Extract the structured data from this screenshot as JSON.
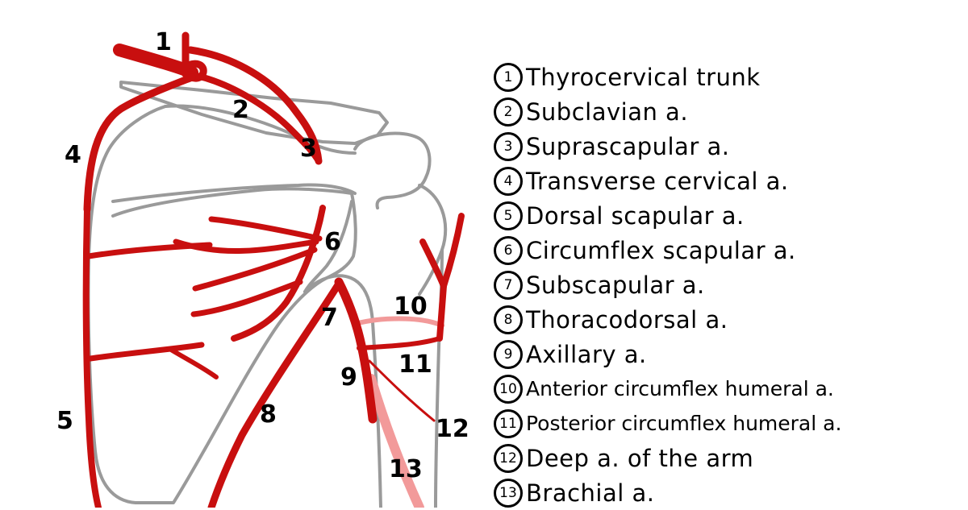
{
  "colors": {
    "artery": "#c80f0f",
    "artery_light": "#f29a9a",
    "bone": "#9a9a9a",
    "ink": "#000000"
  },
  "diagram_numbers": [
    "1",
    "2",
    "3",
    "4",
    "5",
    "6",
    "7",
    "8",
    "9",
    "10",
    "11",
    "12",
    "13"
  ],
  "legend": [
    {
      "num": "1",
      "label": "Thyrocervical trunk"
    },
    {
      "num": "2",
      "label": "Subclavian a."
    },
    {
      "num": "3",
      "label": "Suprascapular a."
    },
    {
      "num": "4",
      "label": "Transverse cervical a."
    },
    {
      "num": "5",
      "label": "Dorsal scapular a."
    },
    {
      "num": "6",
      "label": "Circumflex scapular a."
    },
    {
      "num": "7",
      "label": "Subscapular a."
    },
    {
      "num": "8",
      "label": "Thoracodorsal a."
    },
    {
      "num": "9",
      "label": "Axillary a."
    },
    {
      "num": "10",
      "label": "Anterior circumflex humeral a."
    },
    {
      "num": "11",
      "label": "Posterior circumflex humeral a."
    },
    {
      "num": "12",
      "label": "Deep a. of the arm"
    },
    {
      "num": "13",
      "label": "Brachial a."
    }
  ]
}
